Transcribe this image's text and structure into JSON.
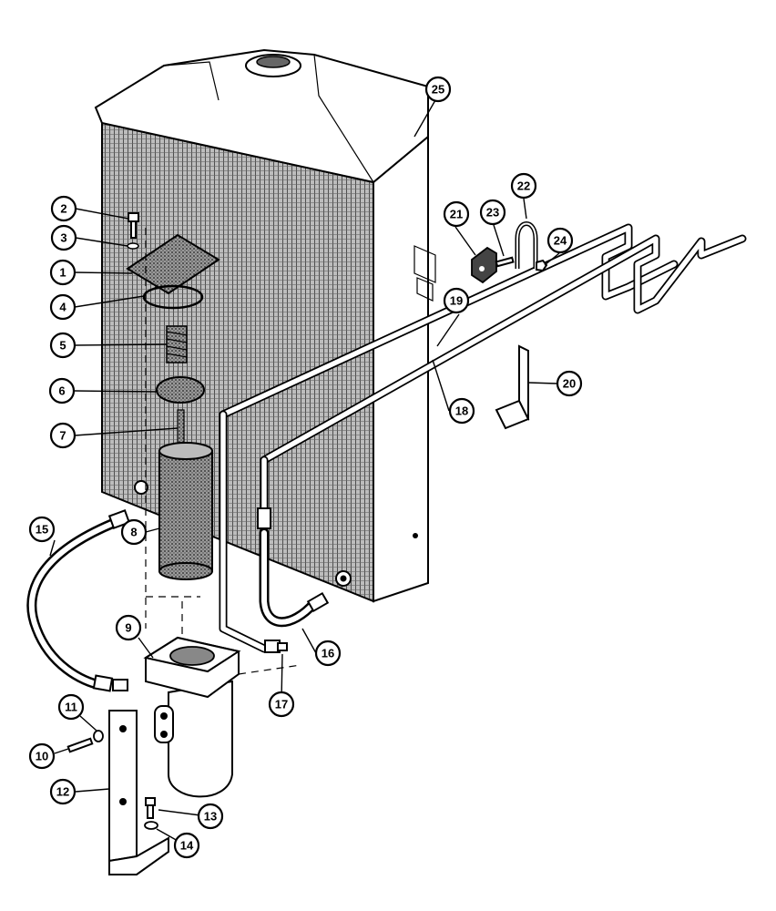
{
  "callouts": [
    {
      "id": "callout-1",
      "label": "1"
    },
    {
      "id": "callout-2",
      "label": "2"
    },
    {
      "id": "callout-3",
      "label": "3"
    },
    {
      "id": "callout-4",
      "label": "4"
    },
    {
      "id": "callout-5",
      "label": "5"
    },
    {
      "id": "callout-6",
      "label": "6"
    },
    {
      "id": "callout-7",
      "label": "7"
    },
    {
      "id": "callout-8",
      "label": "8"
    },
    {
      "id": "callout-9",
      "label": "9"
    },
    {
      "id": "callout-10",
      "label": "10"
    },
    {
      "id": "callout-11",
      "label": "11"
    },
    {
      "id": "callout-12",
      "label": "12"
    },
    {
      "id": "callout-13",
      "label": "13"
    },
    {
      "id": "callout-14",
      "label": "14"
    },
    {
      "id": "callout-15",
      "label": "15"
    },
    {
      "id": "callout-16",
      "label": "16"
    },
    {
      "id": "callout-17",
      "label": "17"
    },
    {
      "id": "callout-18",
      "label": "18"
    },
    {
      "id": "callout-19",
      "label": "19"
    },
    {
      "id": "callout-20",
      "label": "20"
    },
    {
      "id": "callout-21",
      "label": "21"
    },
    {
      "id": "callout-22",
      "label": "22"
    },
    {
      "id": "callout-23",
      "label": "23"
    },
    {
      "id": "callout-24",
      "label": "24"
    },
    {
      "id": "callout-25",
      "label": "25"
    }
  ],
  "colors": {
    "ink": "#000000",
    "paper": "#ffffff",
    "core": "#8a8a8a"
  }
}
